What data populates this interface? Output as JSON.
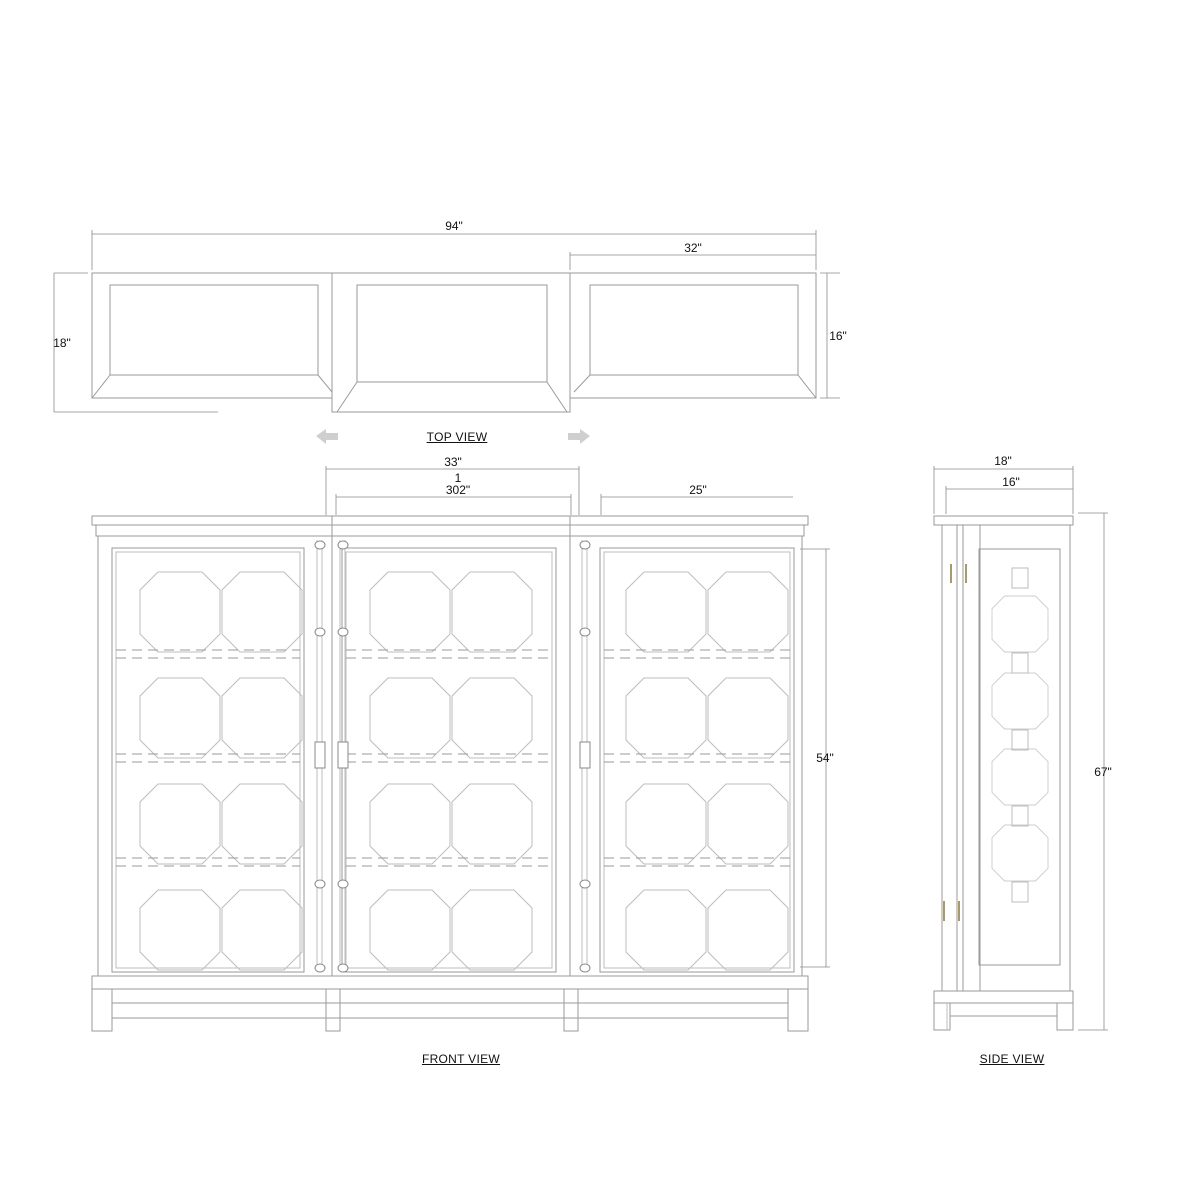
{
  "views": {
    "top": {
      "title": "TOP VIEW"
    },
    "front": {
      "title": "FRONT VIEW"
    },
    "side": {
      "title": "SIDE VIEW"
    }
  },
  "dimensions": {
    "overall_width": "94\"",
    "side_section_width": "32\"",
    "overall_depth": "18\"",
    "side_section_depth": "16\"",
    "center_section_width": "33\"",
    "center_door_width_top": "1",
    "center_door_width": "302\"",
    "side_door_width": "25\"",
    "door_height": "54\"",
    "overall_height": "67\"",
    "side_depth": "18\"",
    "side_inner_depth": "16\""
  },
  "colors": {
    "line": "#9a9a9a",
    "text": "#111111",
    "hinge": "#a89a6a",
    "arrow": "#cccccc"
  }
}
